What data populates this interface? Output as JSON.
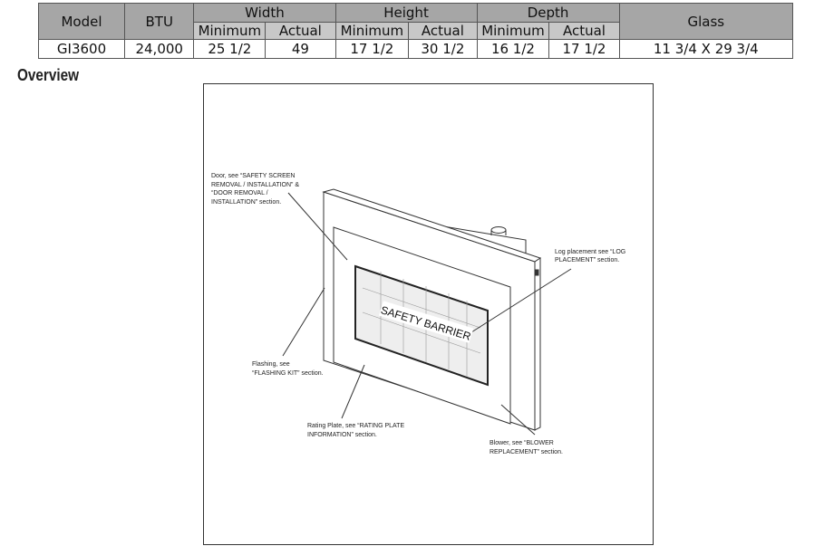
{
  "table": {
    "headers": {
      "model": "Model",
      "btu": "BTU",
      "width": "Width",
      "height": "Height",
      "depth": "Depth",
      "glass": "Glass",
      "minimum": "Minimum",
      "actual": "Actual"
    },
    "row": {
      "model": "GI3600",
      "btu": "24,000",
      "width_min": "25 1/2",
      "width_actual": "49",
      "height_min": "17 1/2",
      "height_actual": "30 1/2",
      "depth_min": "16 1/2",
      "depth_actual": "17 1/2",
      "glass": "11 3/4 X 29 3/4"
    }
  },
  "overview": {
    "title": "Overview",
    "barrier": "SAFETY BARRIER",
    "callouts": {
      "door": [
        "Door, see “SAFETY SCREEN",
        "REMOVAL / INSTALLATION” &",
        "“DOOR REMOVAL /",
        "INSTALLATION” section."
      ],
      "log": [
        "Log placement see “LOG",
        "PLACEMENT” section."
      ],
      "flashing": [
        "Flashing, see",
        "“FLASHING KIT” section."
      ],
      "rating": [
        "Rating Plate, see “RATING PLATE",
        "INFORMATION” section."
      ],
      "blower": [
        "Blower, see “BLOWER",
        "REPLACEMENT” section."
      ]
    }
  }
}
